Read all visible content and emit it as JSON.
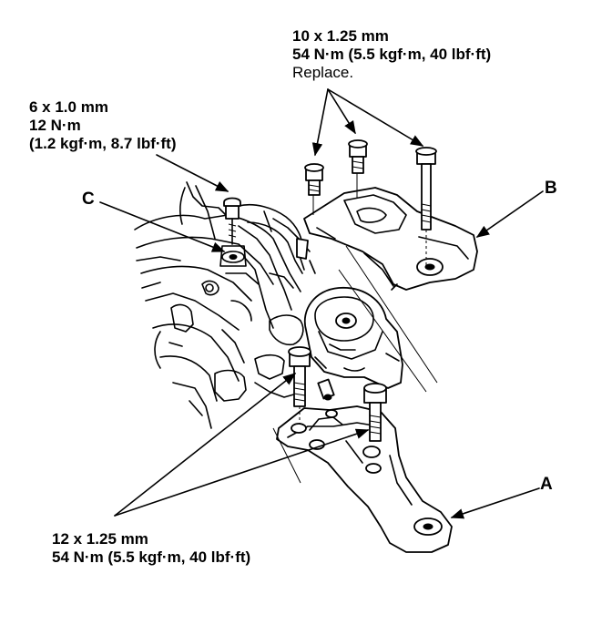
{
  "callouts": {
    "top_bolts": {
      "size": "10 x 1.25 mm",
      "torque": "54 N·m (5.5 kgf·m, 40 lbf·ft)",
      "note": "Replace."
    },
    "ground_bolt": {
      "size": "6 x 1.0 mm",
      "torque": "12 N·m",
      "torque_alt": "(1.2 kgf·m, 8.7 lbf·ft)"
    },
    "bottom_bolts": {
      "size": "12 x 1.25 mm",
      "torque": "54 N·m (5.5 kgf·m, 40 lbf·ft)"
    }
  },
  "labels": {
    "a": "A",
    "b": "B",
    "c": "C"
  }
}
